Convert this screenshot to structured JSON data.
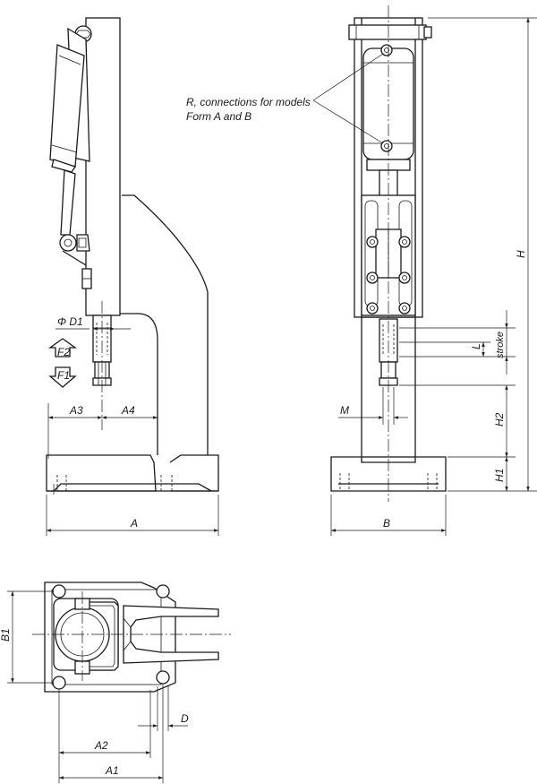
{
  "note": {
    "line1": "R, connections for models",
    "line2": "Form A and B"
  },
  "labels": {
    "d1": "Φ D1",
    "f2": "F2",
    "f1": "F1",
    "a3": "A3",
    "a4": "A4",
    "a": "A",
    "b": "B",
    "m": "M",
    "h": "H",
    "h1": "H1",
    "h2": "H2",
    "l": "L",
    "stroke": "stroke",
    "b1": "B1",
    "d": "D",
    "a2": "A2",
    "a1": "A1"
  }
}
